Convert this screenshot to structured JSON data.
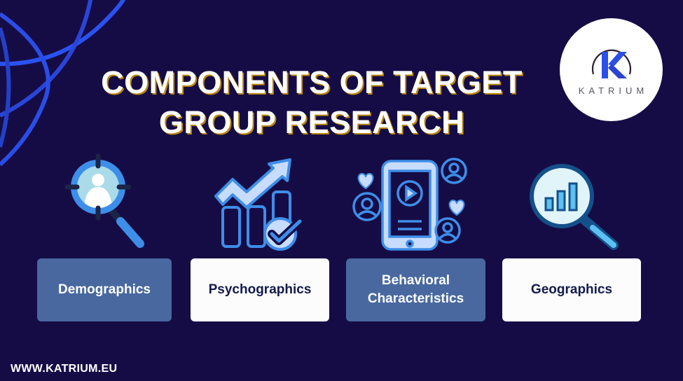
{
  "title": {
    "line1": "COMPONENTS OF TARGET",
    "line2": "GROUP RESEARCH"
  },
  "logo": {
    "letter": "K",
    "wordmark": "KATRIUM"
  },
  "components": [
    {
      "label": "Demographics",
      "icon": "person-target-magnifier-icon",
      "style": "blue"
    },
    {
      "label": "Psychographics",
      "icon": "growth-chart-check-icon",
      "style": "white"
    },
    {
      "label": "Behavioral Characteristics",
      "icon": "phone-video-social-icon",
      "style": "blue"
    },
    {
      "label": "Geographics",
      "icon": "magnifier-bar-chart-icon",
      "style": "white"
    }
  ],
  "footer": {
    "url": "WWW.KATRIUM.EU"
  },
  "colors": {
    "background": "#160c45",
    "accent_blue": "#2a4de0",
    "card_blue": "#48689f",
    "card_white": "#fcfcfd",
    "icon_blue": "#3d8ee8",
    "icon_light": "#c8dcff"
  }
}
